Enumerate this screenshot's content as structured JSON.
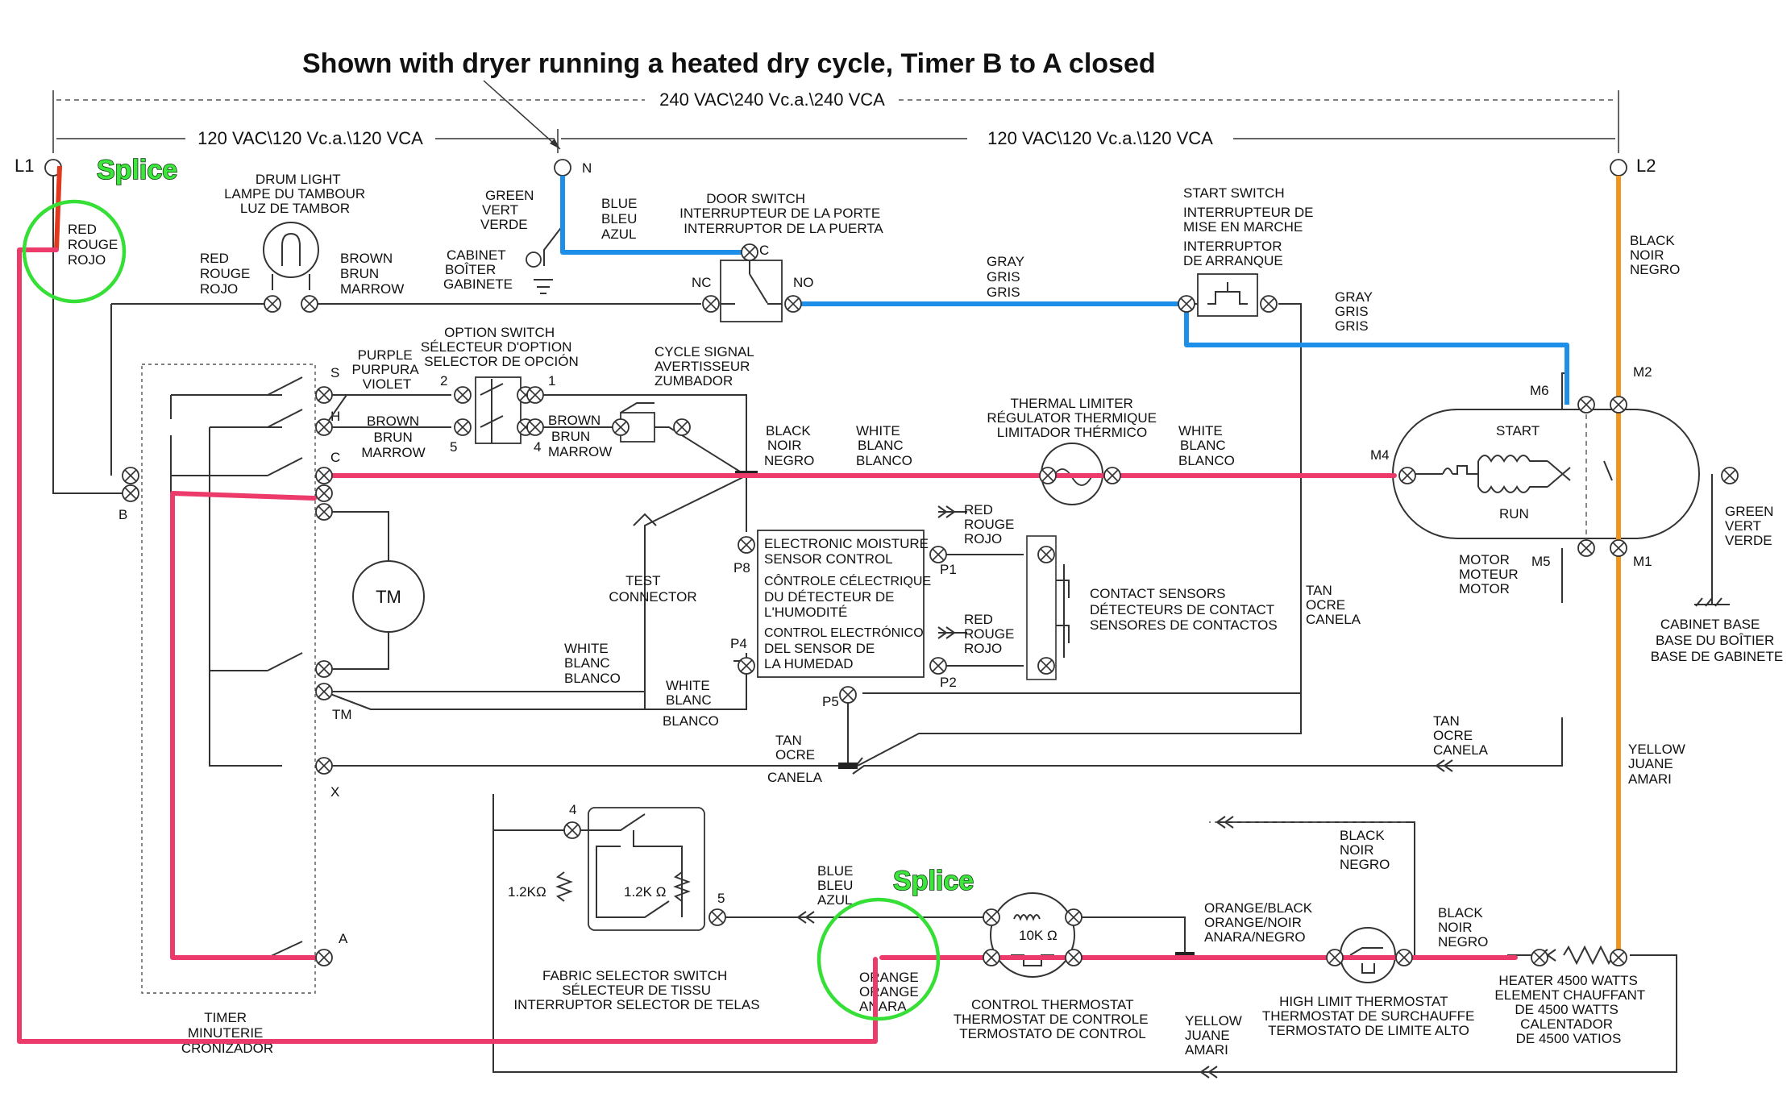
{
  "title": "Shown with dryer running a heated dry cycle, Timer B to A closed",
  "voltage": {
    "total": "240 VAC\\240 Vc.a.\\240 VCA",
    "left": "120 VAC\\120 Vc.a.\\120 VCA",
    "right": "120 VAC\\120 Vc.a.\\120 VCA"
  },
  "splice_label": "Splice",
  "highlight_colors": {
    "red": "#ec3b6b",
    "blue": "#1e8fe8",
    "orange": "#f0961e",
    "splice_circle": "#35df35"
  },
  "terminals": {
    "l1": "L1",
    "l2": "L2",
    "n": "N",
    "c": "C",
    "nc": "NC",
    "no": "NO",
    "s": "S",
    "h": "H",
    "timer_c": "C",
    "b": "B",
    "tm": "TM",
    "x": "X",
    "a": "A",
    "m1": "M1",
    "m2": "M2",
    "m4": "M4",
    "m5": "M5",
    "m6": "M6",
    "p1": "P1",
    "p2": "P2",
    "p4": "P4",
    "p5": "P5",
    "p8": "P8",
    "os2": "2",
    "os1": "1",
    "os5": "5",
    "os4": "4",
    "fs4": "4",
    "fs5": "5"
  },
  "labels": {
    "red_l1": [
      "RED",
      "ROUGE",
      "ROJO"
    ],
    "drum_light": [
      "DRUM LIGHT",
      "LAMPE DU TAMBOUR",
      "LUZ DE TAMBOR"
    ],
    "red_lamp": [
      "RED",
      "ROUGE",
      "ROJO"
    ],
    "brown_lamp": [
      "BROWN",
      "BRUN",
      "MARROW"
    ],
    "green_n": [
      "GREEN",
      "VERT",
      "VERDE"
    ],
    "cabinet": [
      "CABINET",
      "BOÎTER",
      "GABINETE"
    ],
    "blue_n": [
      "BLUE",
      "BLEU",
      "AZUL"
    ],
    "door_switch": [
      "DOOR SWITCH",
      "INTERRUPTEUR DE LA PORTE",
      "INTERRUPTOR DE LA PUERTA"
    ],
    "gray_1": [
      "GRAY",
      "GRIS",
      "GRIS"
    ],
    "start_switch": [
      "START SWITCH",
      "INTERRUPTEUR DE",
      "MISE EN MARCHE",
      "INTERRUPTOR",
      "DE ARRANQUE"
    ],
    "gray_2": [
      "GRAY",
      "GRIS",
      "GRIS"
    ],
    "black_l2": [
      "BLACK",
      "NOIR",
      "NEGRO"
    ],
    "purple": [
      "PURPLE",
      "PURPURA",
      "VIOLET"
    ],
    "option_switch": [
      "OPTION SWITCH",
      "SÉLECTEUR D'OPTION",
      "SELECTOR DE OPCIÓN"
    ],
    "cycle_signal": [
      "CYCLE SIGNAL",
      "AVERTISSEUR",
      "ZUMBADOR"
    ],
    "brown_h": [
      "BROWN",
      "BRUN",
      "MARROW"
    ],
    "brown_sig": [
      "BROWN",
      "BRUN",
      "MARROW"
    ],
    "black_mid": [
      "BLACK",
      "NOIR",
      "NEGRO"
    ],
    "white_mid": [
      "WHITE",
      "BLANC",
      "BLANCO"
    ],
    "thermal_limiter": [
      "THERMAL LIMITER",
      "RÉGULATOR THERMIQUE",
      "LIMITADOR THÉRMICO"
    ],
    "white_right": [
      "WHITE",
      "BLANC",
      "BLANCO"
    ],
    "start": "START",
    "run": "RUN",
    "motor": [
      "MOTOR",
      "MOTEUR",
      "MOTOR"
    ],
    "green_motor": [
      "GREEN",
      "VERT",
      "VERDE"
    ],
    "cabinet_base": [
      "CABINET BASE",
      "BASE DU BOÎTIER",
      "BASE DE GABINETE"
    ],
    "tm": "TM",
    "test_connector": [
      "TEST",
      "CONNECTOR"
    ],
    "emsc": [
      "ELECTRONIC MOISTURE",
      "SENSOR CONTROL",
      "CÔNTROLE CÉLECTRIQUE",
      "DU DÉTECTEUR DE",
      "L'HUMODITÉ",
      "CONTROL ELECTRÓNICO",
      "DEL SENSOR DE",
      "LA HUMEDAD"
    ],
    "red_p1": [
      "RED",
      "ROUGE",
      "ROJO"
    ],
    "red_p2": [
      "RED",
      "ROUGE",
      "ROJO"
    ],
    "contact_sensors": [
      "CONTACT SENSORS",
      "DÉTECTEURS DE CONTACT",
      "SENSORES DE CONTACTOS"
    ],
    "tan_right": [
      "TAN",
      "OCRE",
      "CANELA"
    ],
    "white_tm": [
      "WHITE",
      "BLANC",
      "BLANCO"
    ],
    "white_p4": [
      "WHITE",
      "BLANC",
      "BLANCO"
    ],
    "tan_mid": [
      "TAN",
      "OCRE",
      "CANELA"
    ],
    "tan_far": [
      "TAN",
      "OCRE",
      "CANELA"
    ],
    "yellow_right": [
      "YELLOW",
      "JUANE",
      "AMARI"
    ],
    "timer": [
      "TIMER",
      "MINUTERIE",
      "CRONIZADOR"
    ],
    "res1": "1.2KΩ",
    "res2": "1.2K Ω",
    "fabric_selector": [
      "FABRIC SELECTOR SWITCH",
      "SÉLECTEUR DE TISSU",
      "INTERRUPTOR SELECTOR DE TELAS"
    ],
    "blue_fs": [
      "BLUE",
      "BLEU",
      "AZUL"
    ],
    "orange": [
      "ORANGE",
      "ORANGE",
      "ANARA"
    ],
    "control_thermostat": [
      "CONTROL THERMOSTAT",
      "THERMOSTAT DE CONTROLE",
      "TERMOSTATO DE CONTROL"
    ],
    "res10k": "10K Ω",
    "orange_black": [
      "ORANGE/BLACK",
      "ORANGE/NOIR",
      "ANARA/NEGRO"
    ],
    "black_hl": [
      "BLACK",
      "NOIR",
      "NEGRO"
    ],
    "black_heater": [
      "BLACK",
      "NOIR",
      "NEGRO"
    ],
    "high_limit": [
      "HIGH LIMIT THERMOSTAT",
      "THERMOSTAT DE SURCHAUFFE",
      "TERMOSTATO DE LIMITE ALTO"
    ],
    "yellow_bottom": [
      "YELLOW",
      "JUANE",
      "AMARI"
    ],
    "heater": [
      "HEATER 4500 WATTS",
      "ELEMENT CHAUFFANT",
      "DE 4500 WATTS",
      "CALENTADOR",
      "DE 4500 VATIOS"
    ]
  }
}
